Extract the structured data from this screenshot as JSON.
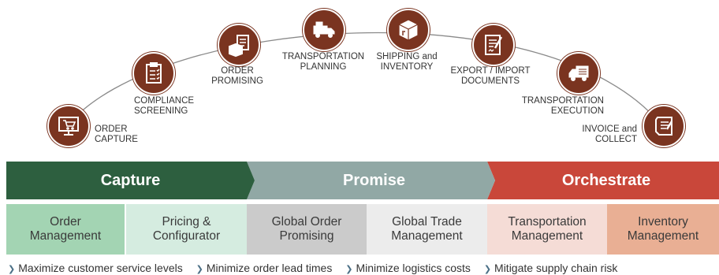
{
  "steps": [
    {
      "label": "ORDER\nCAPTURE",
      "icon": "monitor-cart-icon"
    },
    {
      "label": "COMPLIANCE\nSCREENING",
      "icon": "checklist-icon"
    },
    {
      "label": "ORDER\nPROMISING",
      "icon": "package-document-icon"
    },
    {
      "label": "TRANSPORTATION\nPLANNING",
      "icon": "truck-icon"
    },
    {
      "label": "SHIPPING and\nINVENTORY",
      "icon": "box-icon"
    },
    {
      "label": "EXPORT / IMPORT\nDOCUMENTS",
      "icon": "signed-document-icon"
    },
    {
      "label": "TRANSPORTATION\nEXECUTION",
      "icon": "delivery-truck-icon"
    },
    {
      "label": "INVOICE and\nCOLLECT",
      "icon": "invoice-icon"
    }
  ],
  "phases": [
    {
      "label": "Capture",
      "color": "#2d5f3f"
    },
    {
      "label": "Promise",
      "color": "#91a8a5"
    },
    {
      "label": "Orchestrate",
      "color": "#c9473a"
    }
  ],
  "capabilities": [
    {
      "label": "Order\nManagement",
      "color": "#a3d4b3"
    },
    {
      "label": "Pricing &\nConfigurator",
      "color": "#d5ece0"
    },
    {
      "label": "Global Order\nPromising",
      "color": "#cbcbcb"
    },
    {
      "label": "Global Trade\nManagement",
      "color": "#ececec"
    },
    {
      "label": "Transportation\nManagement",
      "color": "#f5dcd6"
    },
    {
      "label": "Inventory\nManagement",
      "color": "#e9af94"
    }
  ],
  "benefits": [
    "Maximize customer service levels",
    "Minimize order lead times",
    "Minimize logistics costs",
    "Mitigate supply chain risk"
  ]
}
